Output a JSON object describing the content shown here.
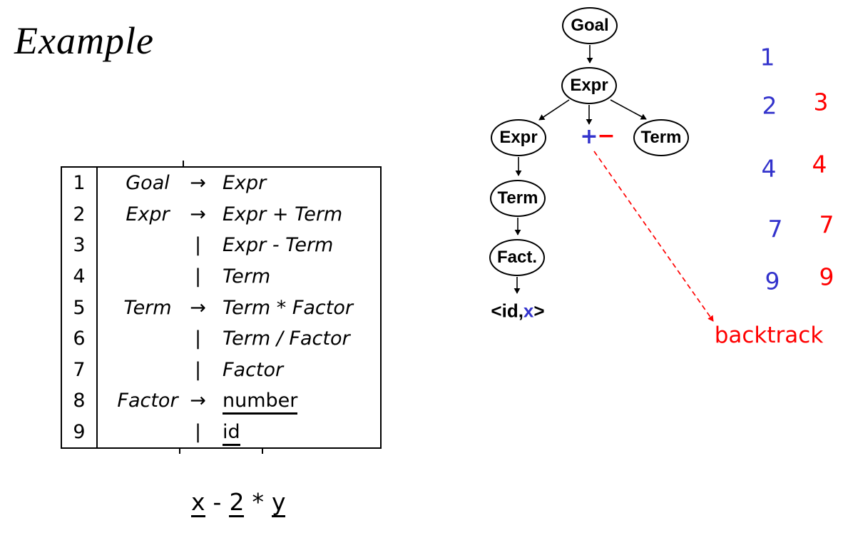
{
  "slide": {
    "title": "Example"
  },
  "colors": {
    "blue": "#3333cc",
    "red": "#ff0000",
    "black": "#000000"
  },
  "grammar": {
    "rows": [
      {
        "num": "1",
        "lhs": "Goal",
        "op": "→",
        "rhs": "Expr"
      },
      {
        "num": "2",
        "lhs": "Expr",
        "op": "→",
        "rhs": "Expr + Term"
      },
      {
        "num": "3",
        "lhs": "",
        "op": "|",
        "rhs": "Expr - Term"
      },
      {
        "num": "4",
        "lhs": "",
        "op": "|",
        "rhs": "Term"
      },
      {
        "num": "5",
        "lhs": "Term",
        "op": "→",
        "rhs": "Term * Factor"
      },
      {
        "num": "6",
        "lhs": "",
        "op": "|",
        "rhs": "Term / Factor"
      },
      {
        "num": "7",
        "lhs": "",
        "op": "|",
        "rhs": "Factor"
      },
      {
        "num": "8",
        "lhs": "Factor",
        "op": "→",
        "rhs": "number"
      },
      {
        "num": "9",
        "lhs": "",
        "op": "|",
        "rhs": "id"
      }
    ]
  },
  "input": {
    "tokens": [
      {
        "text": "x",
        "underlined": true
      },
      {
        "text": "-",
        "underlined": false
      },
      {
        "text": "2",
        "underlined": true
      },
      {
        "text": "*",
        "underlined": false
      },
      {
        "text": "y",
        "underlined": true
      }
    ]
  },
  "tree": {
    "nodes": {
      "goal": "Goal",
      "expr_root": "Expr",
      "expr_left": "Expr",
      "term_right": "Term",
      "term_left": "Term",
      "fact": "Fact."
    },
    "operators": {
      "plus": "+",
      "minus": "−"
    },
    "leaf": {
      "prefix": "<id,",
      "value": "x",
      "suffix": ">"
    }
  },
  "trace": {
    "steps": [
      {
        "blue": "1",
        "red": ""
      },
      {
        "blue": "2",
        "red": "3"
      },
      {
        "blue": "4",
        "red": "4"
      },
      {
        "blue": "7",
        "red": "7"
      },
      {
        "blue": "9",
        "red": "9"
      }
    ],
    "backtrack_label": "backtrack"
  }
}
